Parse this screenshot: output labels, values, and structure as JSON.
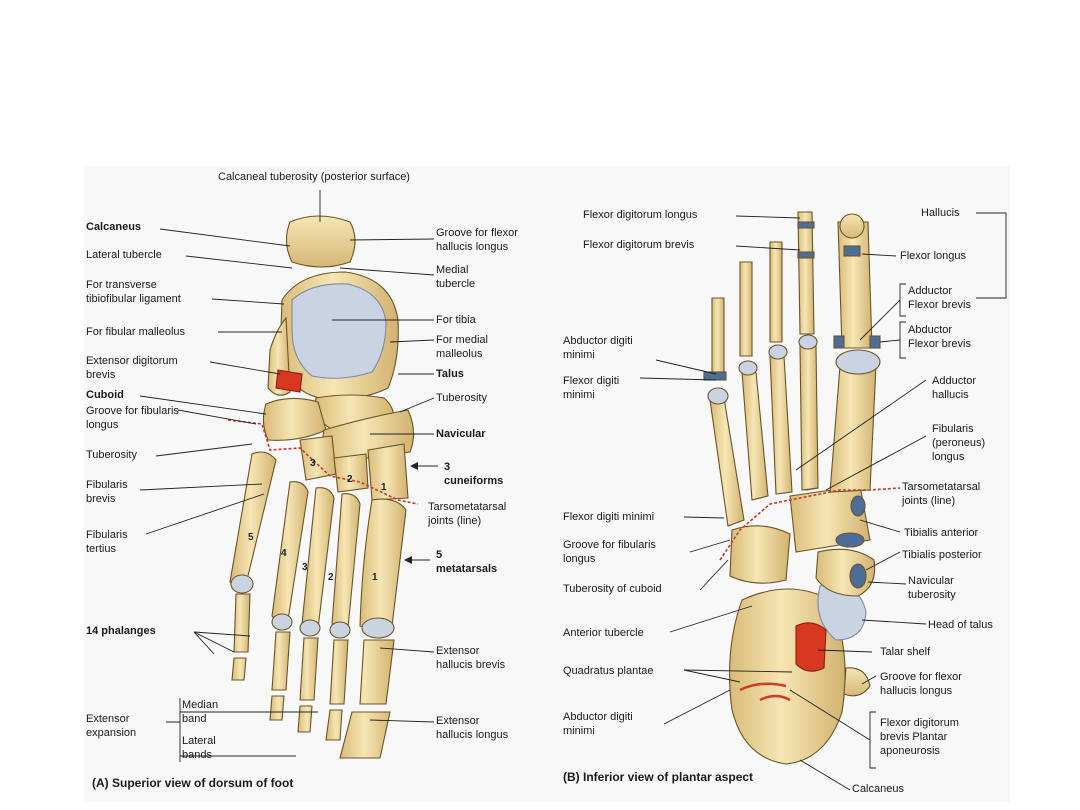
{
  "panel_a": {
    "caption": "(A) Superior view of dorsum of foot",
    "labels": {
      "calcaneal_tuberosity": "Calcaneal tuberosity (posterior surface)",
      "calcaneus": "Calcaneus",
      "lateral_tubercle": "Lateral tubercle",
      "transverse_tibiofibular": "For transverse\ntibiofibular ligament",
      "fibular_malleolus": "For fibular malleolus",
      "extensor_digitorum_brevis": "Extensor digitorum\nbrevis",
      "cuboid": "Cuboid",
      "groove_fibularis_longus": "Groove for fibularis\nlongus",
      "tuberosity_lateral": "Tuberosity",
      "fibularis_brevis": "Fibularis\nbrevis",
      "fibularis_tertius": "Fibularis\ntertius",
      "phalanges": "14 phalanges",
      "extensor_expansion": "Extensor\nexpansion",
      "median_band": "Median\nband",
      "lateral_bands": "Lateral\nbands",
      "groove_fhl": "Groove for flexor\nhallucis longus",
      "medial_tubercle": "Medial\ntubercle",
      "for_tibia": "For tibia",
      "for_medial_malleolus": "For medial\nmalleolus",
      "talus": "Talus",
      "tuberosity_navicular": "Tuberosity",
      "navicular": "Navicular",
      "cuneiforms": "3\ncuneiforms",
      "tarsometatarsal": "Tarsometatarsal\njoints (line)",
      "metatarsals": "5\nmetatarsals",
      "extensor_hallucis_brevis": "Extensor\nhallucis brevis",
      "extensor_hallucis_longus": "Extensor\nhallucis longus"
    },
    "cuneiform_numbers": [
      "3",
      "2",
      "1"
    ],
    "metatarsal_numbers": [
      "5",
      "4",
      "3",
      "2",
      "1"
    ]
  },
  "panel_b": {
    "caption": "(B) Inferior view of plantar aspect",
    "labels": {
      "fdl": "Flexor digitorum longus",
      "fdb": "Flexor digitorum brevis",
      "abductor_digiti_minimi_top": "Abductor digiti\nminimi",
      "flexor_digiti_minimi_top": "Flexor digiti\nminimi",
      "flexor_digiti_minimi": "Flexor digiti minimi",
      "groove_fibularis_longus": "Groove for fibularis\nlongus",
      "tuberosity_cuboid": "Tuberosity of cuboid",
      "anterior_tubercle": "Anterior tubercle",
      "quadratus_plantae": "Quadratus plantae",
      "abductor_digiti_minimi_bottom": "Abductor digiti\nminimi",
      "hallucis": "Hallucis",
      "flexor_longus": "Flexor longus",
      "adductor_flexor_brevis": "Adductor\nFlexor brevis",
      "abductor_flexor_brevis": "Abductor\nFlexor brevis",
      "adductor_hallucis": "Adductor\nhallucis",
      "fibularis_peroneus_longus": "Fibularis\n(peroneus)\nlongus",
      "tarsometatarsal": "Tarsometatarsal\njoints (line)",
      "tibialis_anterior": "Tibialis anterior",
      "tibialis_posterior": "Tibialis posterior",
      "navicular_tuberosity": "Navicular\ntuberosity",
      "head_of_talus": "Head of talus",
      "talar_shelf": "Talar shelf",
      "groove_fhl": "Groove for flexor\nhallucis longus",
      "fdb_plantar_aponeurosis": "Flexor digitorum\nbrevis Plantar\naponeurosis",
      "calcaneus": "Calcaneus"
    }
  },
  "colors": {
    "bone": "#f1dfa6",
    "bone_shadow": "#cfae6a",
    "articular": "#c9d3e2",
    "muscle_attachment_red": "#d8381f",
    "muscle_attachment_blue": "#4d6d99",
    "joint_line": "#c83a2c"
  }
}
